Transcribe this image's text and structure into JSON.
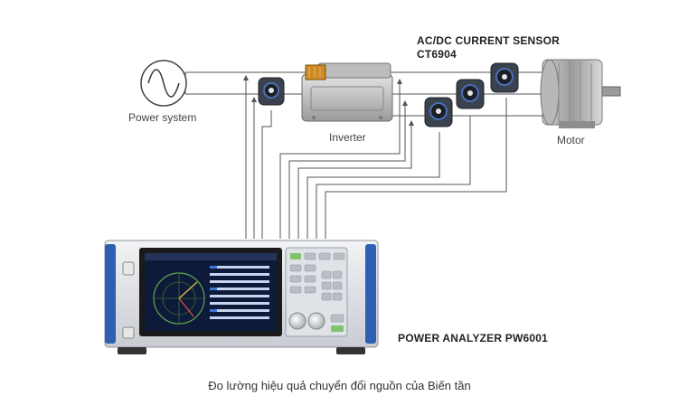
{
  "labels": {
    "sensor_title": "AC/DC CURRENT SENSOR",
    "sensor_model": "CT6904",
    "power_system": "Power system",
    "inverter": "Inverter",
    "motor": "Motor",
    "analyzer": "POWER ANALYZER PW6001"
  },
  "caption": "Đo lường hiệu quả chuyển đổi nguồn của Biến tần",
  "colors": {
    "wire": "#555555",
    "sensor_body": "#3a4250",
    "sensor_ring": "#4a6fb5",
    "analyzer_accent": "#2f5fb3",
    "screen_bg": "#0d1a3a",
    "button_green": "#7fc36b"
  }
}
